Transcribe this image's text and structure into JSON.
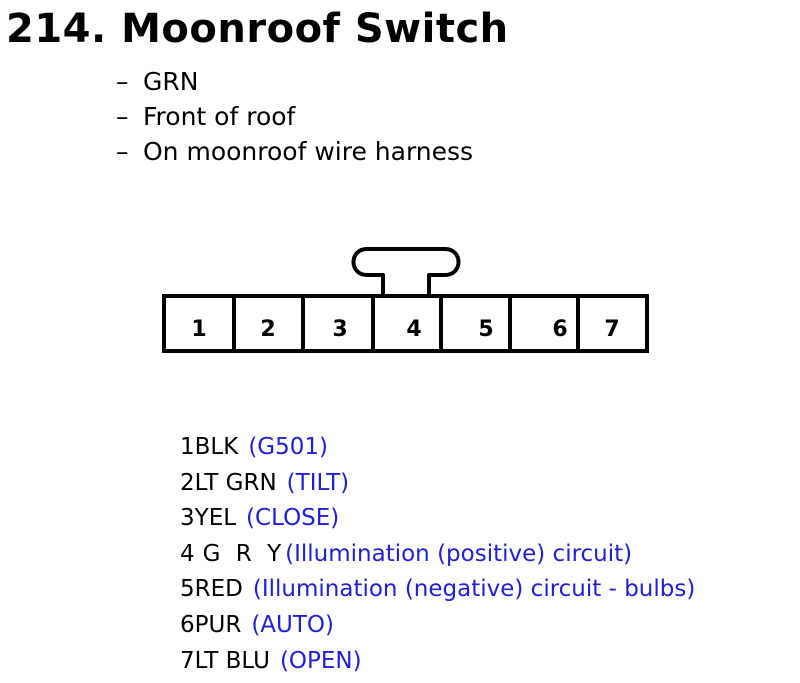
{
  "title": "214. Moonroof Switch",
  "details": [
    "GRN",
    "Front of roof",
    "On moonroof wire harness"
  ],
  "bullet_symbol": "–",
  "connector": {
    "pins": [
      "1",
      "2",
      "3",
      "4",
      "5",
      "6",
      "7"
    ]
  },
  "pin_list": [
    {
      "pin": "1",
      "wire": "BLK",
      "function": "(G501)"
    },
    {
      "pin": "2",
      "wire": "LT GRN",
      "function": "(TILT)"
    },
    {
      "pin": "3",
      "wire": "YEL",
      "function": "(CLOSE)"
    },
    {
      "pin": "4",
      "wire": "G R Y",
      "function": "(Illumination (positive) circuit)"
    },
    {
      "pin": "5",
      "wire": "RED",
      "function": "(Illumination (negative) circuit - bulbs)"
    },
    {
      "pin": "6",
      "wire": "PUR",
      "function": "(AUTO)"
    },
    {
      "pin": "7",
      "wire": "LT BLU",
      "function": "(OPEN)"
    }
  ],
  "colors": {
    "text": "#000000",
    "function_text": "#1f1fd6"
  }
}
